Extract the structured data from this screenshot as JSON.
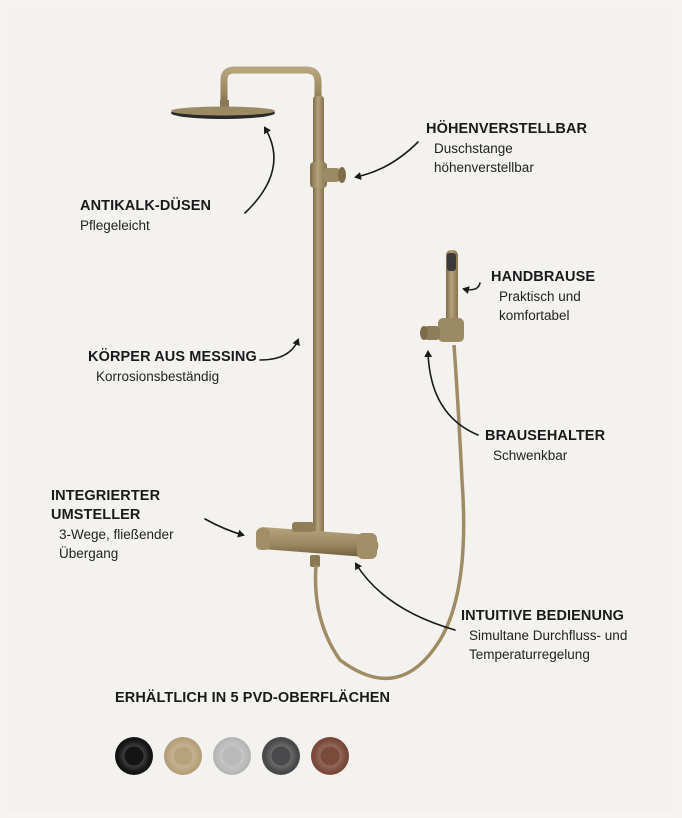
{
  "callouts": {
    "anti_limescale": {
      "title": "ANTIKALK-DÜSEN",
      "sub": "Pflegeleicht"
    },
    "height_adjustable": {
      "title": "HÖHENVERSTELLBAR",
      "sub_1": "Duschstange",
      "sub_2": "höhenverstellbar"
    },
    "hand_shower": {
      "title": "HANDBRAUSE",
      "sub_1": "Praktisch und",
      "sub_2": "komfortabel"
    },
    "brass_body": {
      "title": "KÖRPER AUS MESSING",
      "sub": "Korrosionsbeständig"
    },
    "holder": {
      "title": "BRAUSEHALTER",
      "sub": "Schwenkbar"
    },
    "diverter": {
      "title_1": "INTEGRIERTER",
      "title_2": "UMSTELLER",
      "sub_1": "3-Wege, fließender",
      "sub_2": "Übergang"
    },
    "controls": {
      "title": "INTUITIVE BEDIENUNG",
      "sub_1": "Simultane Durchfluss- und",
      "sub_2": "Temperaturregelung"
    }
  },
  "finishes": {
    "title": "ERHÄLTLICH IN 5 PVD-OBERFLÄCHEN",
    "swatches": [
      {
        "name": "black",
        "color": "#141414"
      },
      {
        "name": "brushed-brass",
        "color": "#b8a27c"
      },
      {
        "name": "brushed-steel",
        "color": "#b9b9b9"
      },
      {
        "name": "gun-metal",
        "color": "#4a4a4c"
      },
      {
        "name": "copper",
        "color": "#7a4a3a"
      }
    ]
  },
  "colors": {
    "brass": "#a8946b",
    "brass_dark": "#7d6c4a",
    "background": "#f3f2ef",
    "text": "#1a1a1a"
  }
}
